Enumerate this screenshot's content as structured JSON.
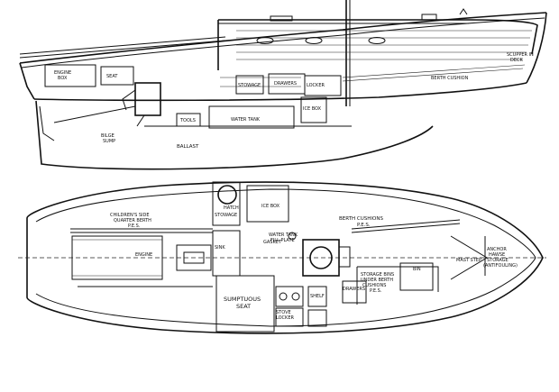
{
  "colors": {
    "ink": "#111111",
    "paper": "#ffffff"
  },
  "profile": {
    "labels": {
      "scupper": "SCUPPER IN",
      "scupper2": "DECK",
      "berth_cushion": "BERTH CUSHION",
      "tools": "TOOLS",
      "water_tank": "WATER TANK",
      "bilge_sump_1": "BILGE",
      "bilge_sump_2": "SUMP",
      "ballast": "BALLAST",
      "engine_box": "ENGINE",
      "engine_box2": "BOX",
      "stowage": "STOWAGE",
      "locker": "LOCKER",
      "icebox": "ICE BOX",
      "seat": "SEAT",
      "drawers": "DRAWERS"
    }
  },
  "plan": {
    "labels": {
      "childrens_berth_1": "CHILDREN'S SIDE",
      "childrens_berth_2": "QUARTER BERTH",
      "childrens_berth_3": "P.E.S.",
      "berth_cushions_1": "BERTH CUSHIONS",
      "berth_cushions_2": "P.E.S.",
      "icebox": "ICE BOX",
      "stowage": "STOWAGE",
      "sink": "SINK",
      "water_tank_fill_1": "WATER TANK",
      "water_tank_fill_2": "FILL PLATE",
      "sumptuous_seat_1": "SUMPTUOUS",
      "sumptuous_seat_2": "SEAT",
      "stowage_bins_1": "STORAGE BINS",
      "stowage_bins_2": "UNDER BERTH",
      "stowage_bins_3": "CUSHIONS",
      "stowage_bins_4": "P.E.S.",
      "anchor_hawse_1": "ANCHOR",
      "anchor_hawse_2": "HAWSE",
      "anchor_hawse_3": "STORAGE",
      "anchor_hawse_4": "(ANTIFOULING)",
      "mast_step": "MAST STEP",
      "engine": "ENGINE",
      "stove": "STOVE",
      "locker": "LOCKER",
      "bin": "BIN",
      "shelf": "SHELF",
      "drawers": "DRAWERS",
      "gasket": "GASKET",
      "hatch": "HATCH"
    }
  }
}
